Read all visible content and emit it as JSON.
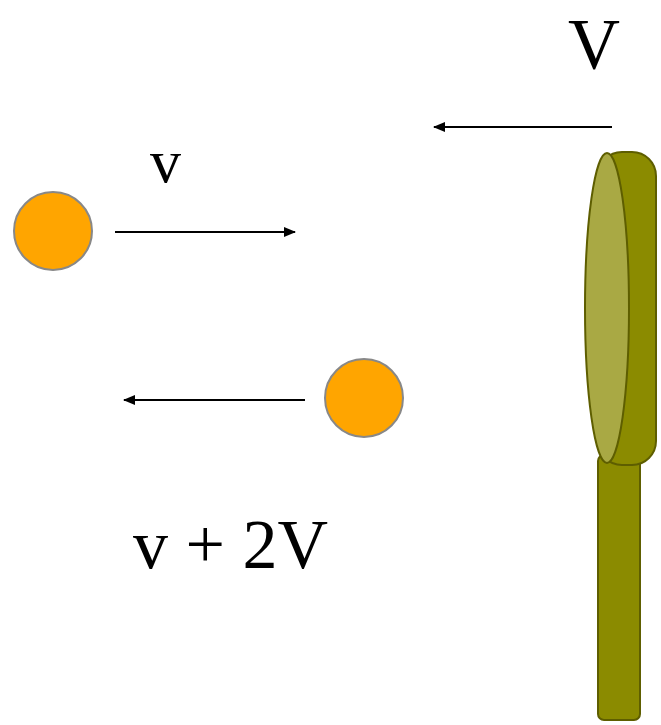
{
  "diagram": {
    "labels": [
      "V",
      "v",
      "v + 2V"
    ]
  }
}
